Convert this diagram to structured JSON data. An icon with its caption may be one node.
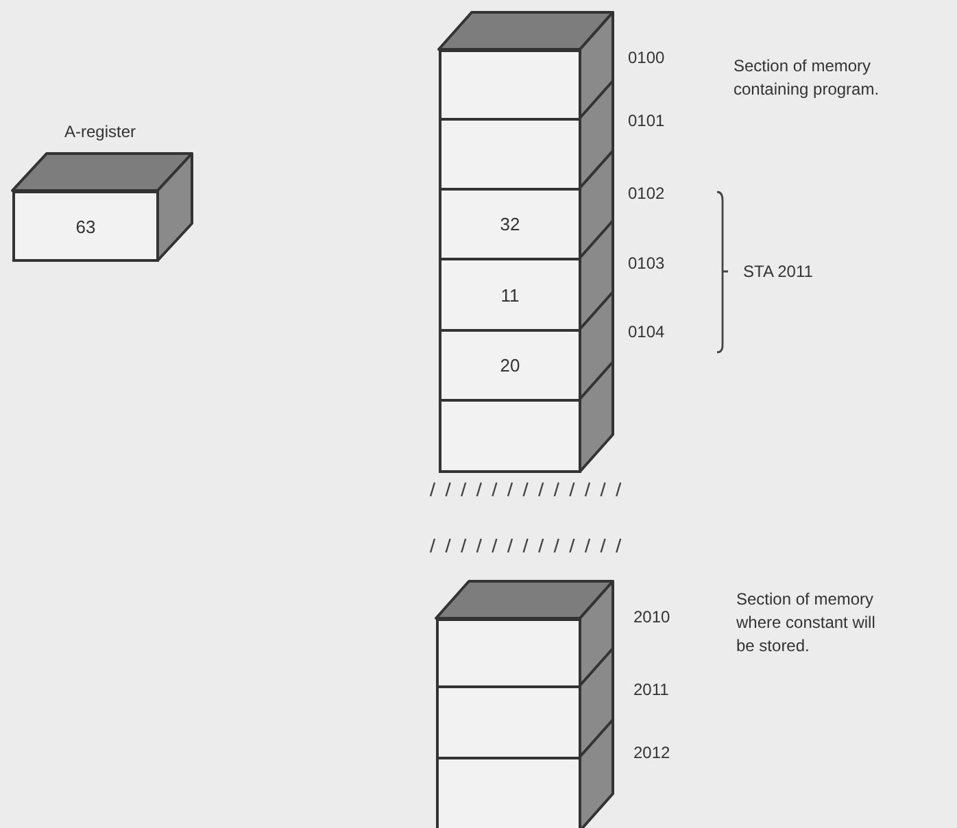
{
  "diagram": {
    "nodes": [
      {
        "text": [
          "A-register",
          "63"
        ]
      },
      {
        "text": [],
        "shape": "box",
        "beside": [
          "0100"
        ]
      },
      {
        "text": [],
        "shape": "box",
        "beside": [
          "0101"
        ]
      },
      {
        "text": [
          "32"
        ],
        "beside": [
          "0102"
        ]
      },
      {
        "text": [
          "11"
        ],
        "beside": [
          "0103"
        ]
      },
      {
        "text": [
          "20"
        ],
        "beside": [
          "0104"
        ]
      },
      {
        "text": [],
        "shape": "box"
      },
      {
        "text": [],
        "shape": "box",
        "beside": [
          "2010"
        ]
      },
      {
        "text": [],
        "shape": "box",
        "beside": [
          "2011"
        ]
      },
      {
        "text": [],
        "shape": "box",
        "beside": [
          "2012"
        ]
      }
    ],
    "labels": [
      "Section of memory containing program.",
      "STA 2011",
      "Section of memory where constant will be stored."
    ]
  }
}
